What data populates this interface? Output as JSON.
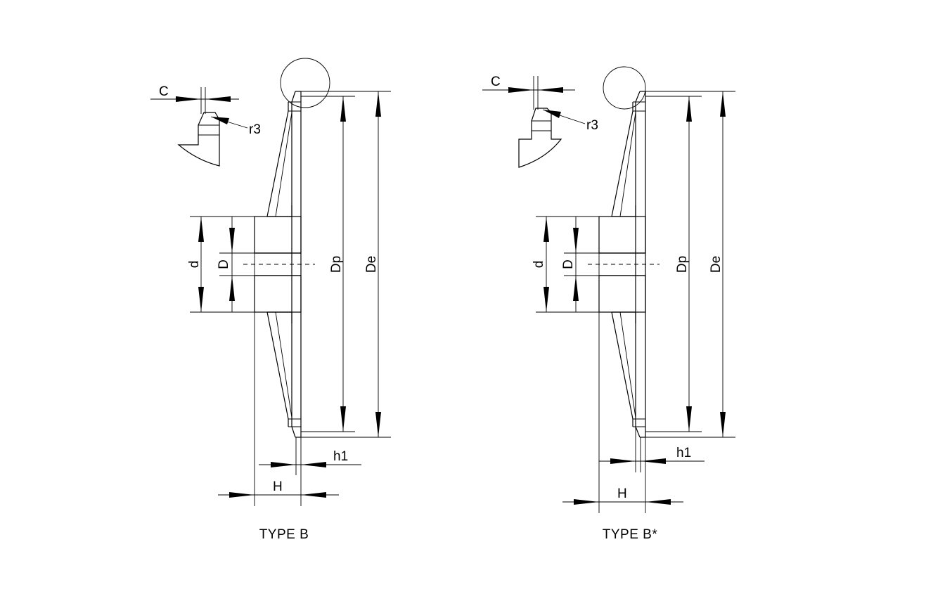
{
  "drawings": [
    {
      "id": "type-b",
      "caption": "TYPE B",
      "labels": {
        "c": "C",
        "r3": "r3",
        "d": "d",
        "D": "D",
        "dp": "Dp",
        "de": "De",
        "h1": "h1",
        "H": "H"
      }
    },
    {
      "id": "type-b-star",
      "caption": "TYPE B*",
      "labels": {
        "c": "C",
        "r3": "r3",
        "d": "d",
        "D": "D",
        "dp": "Dp",
        "de": "De",
        "h1": "h1",
        "H": "H"
      }
    }
  ]
}
